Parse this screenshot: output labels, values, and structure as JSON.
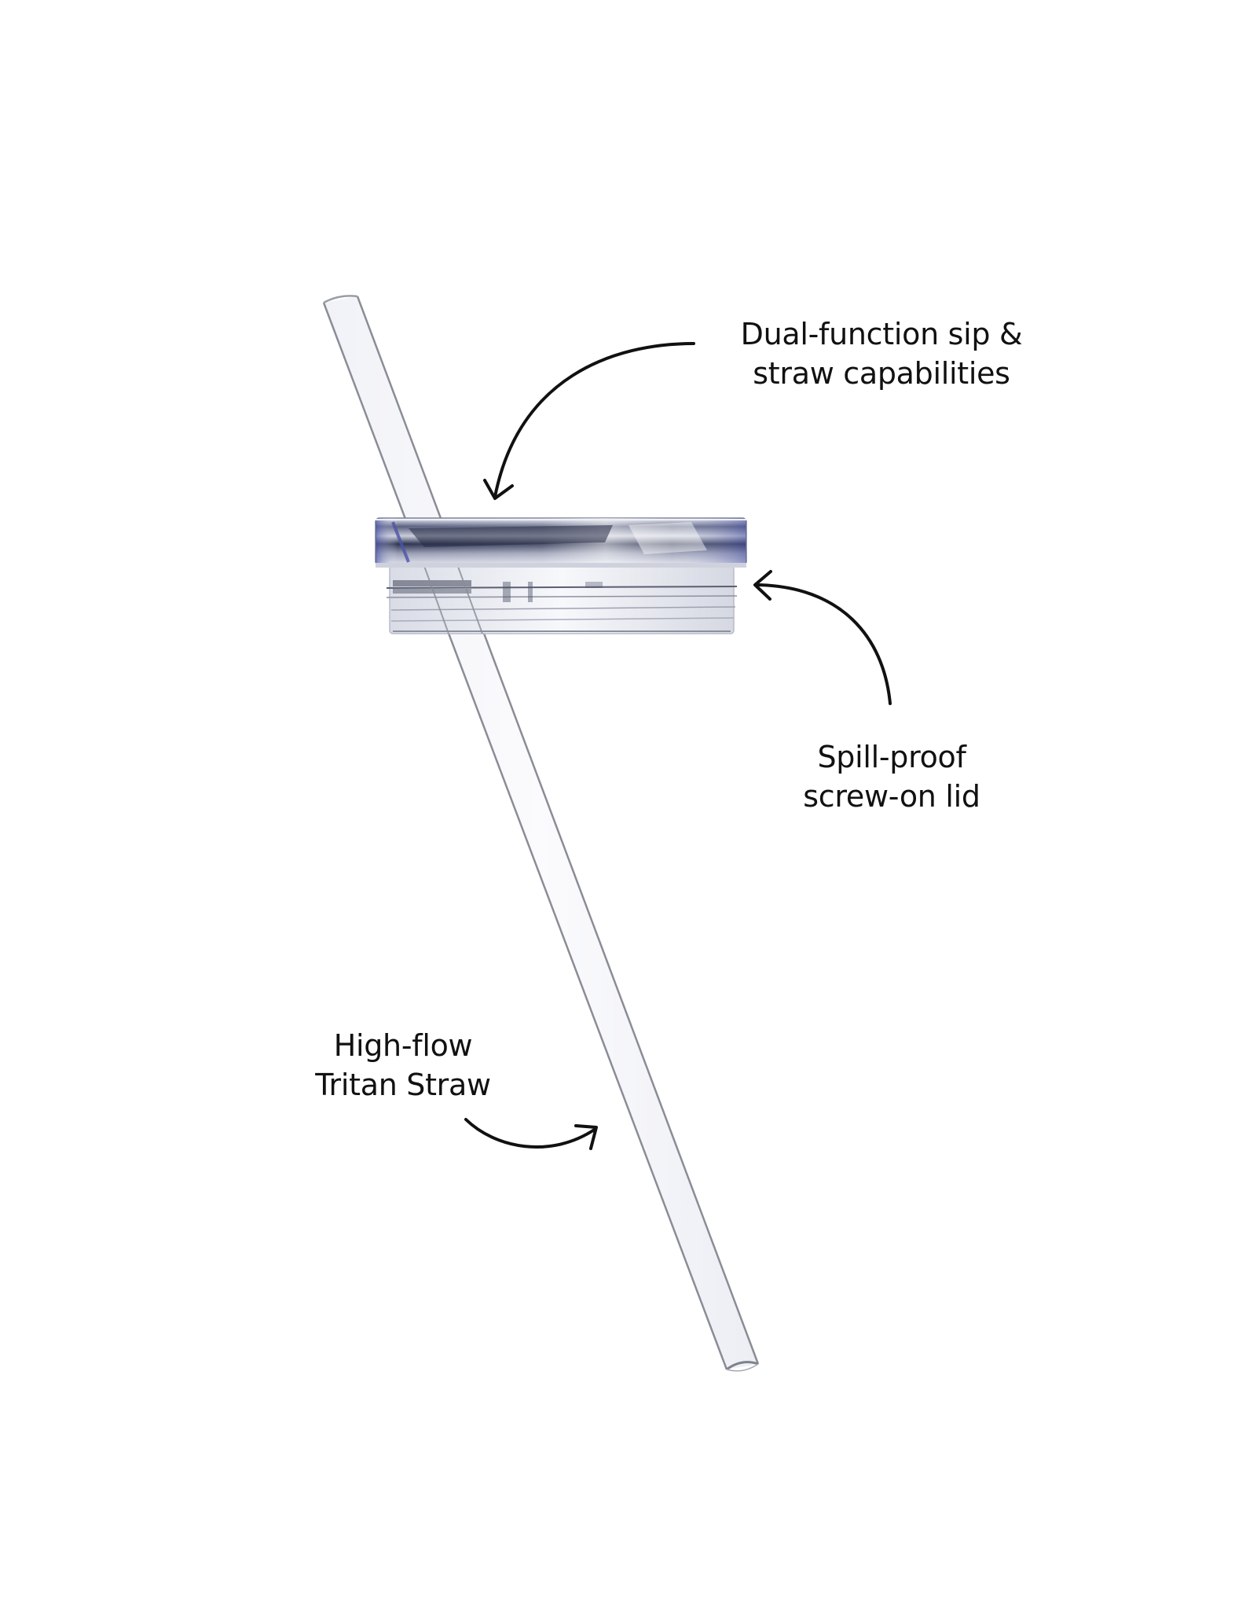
{
  "product_image": {
    "background_color": "#ffffff",
    "subject": "Clear screw-on lid with high-flow straw",
    "colors": {
      "annotation_text": "#111111",
      "arrow_stroke": "#111111",
      "straw_outline": "#8a8d96",
      "lid_chrome_dark": "#3e4463",
      "lid_chrome_light": "#dfe2ec",
      "lid_accent_blue": "#4b55a8"
    }
  },
  "callouts": {
    "sip": {
      "line1": "Dual-function sip &",
      "line2": "straw capabilities",
      "arrow_direction": "points-to-lid-top"
    },
    "lid": {
      "line1": "Spill-proof",
      "line2": "screw-on lid",
      "arrow_direction": "points-to-lid-threads"
    },
    "straw": {
      "line1": "High-flow",
      "line2": "Tritan Straw",
      "arrow_direction": "points-to-straw"
    }
  }
}
